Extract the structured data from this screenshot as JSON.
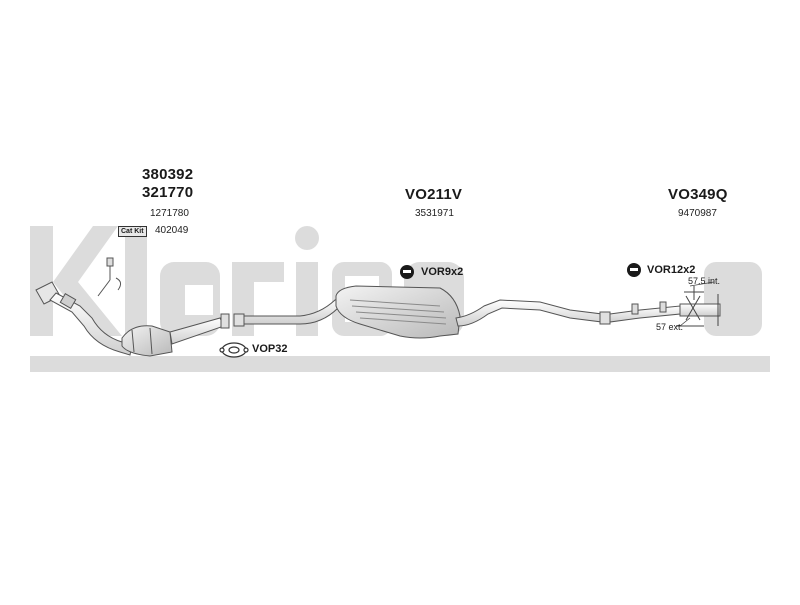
{
  "brand": {
    "watermark": "Klarius"
  },
  "parts": {
    "front": {
      "code_a": "380392",
      "code_b": "321770",
      "ref": "1271780",
      "catkit_label": "Cat Kit",
      "catkit_code": "402049"
    },
    "mid": {
      "code": "VO211V",
      "ref": "3531971"
    },
    "rear": {
      "code": "VO349Q",
      "ref": "9470987"
    }
  },
  "accessories": {
    "gasket": "VOP32",
    "rubber_mid": "VOR9x2",
    "rubber_rear": "VOR12x2"
  },
  "dimensions": {
    "internal": "57.5 int.",
    "external": "57 ext."
  }
}
